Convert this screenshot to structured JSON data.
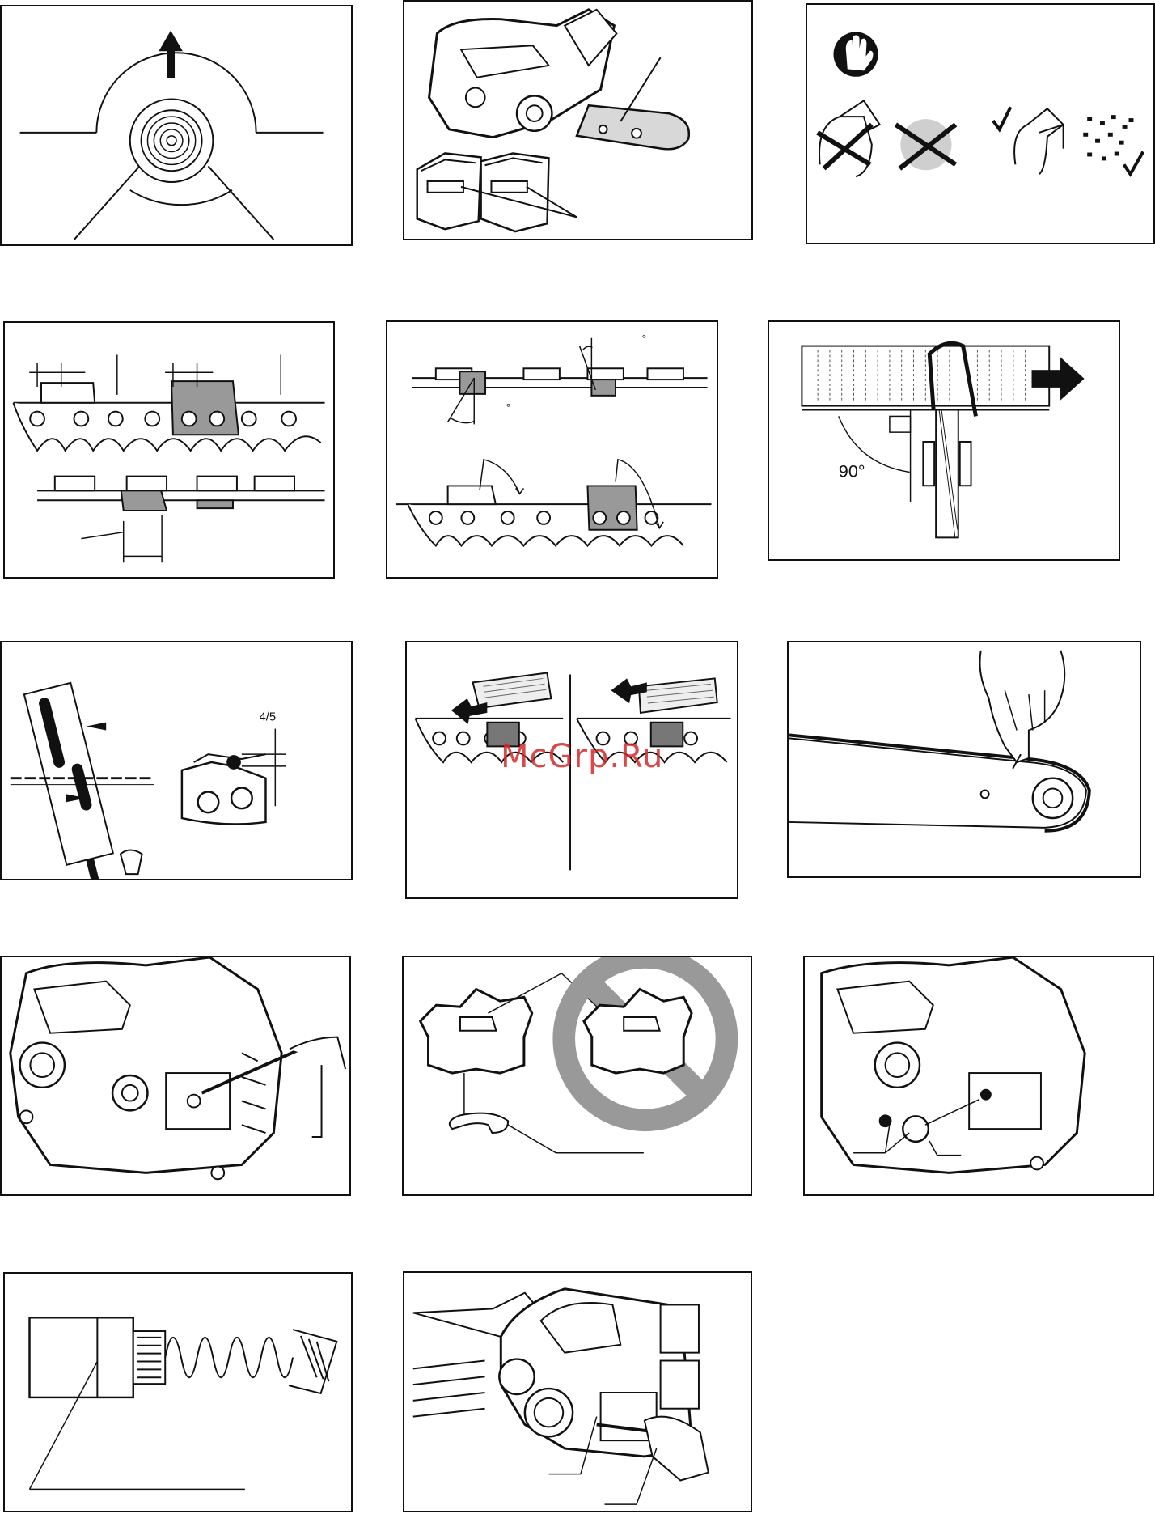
{
  "labels": {
    "angle_90": "90°",
    "ratio_4_5": "4/5",
    "degree_mark_1": "°",
    "degree_mark_2": "°"
  },
  "watermark": "McGrp.Ru",
  "icons": [
    "gloves-icon",
    "check-mark-icon",
    "no-symbol-icon",
    "arrow-right-icon",
    "arrow-up-icon"
  ]
}
